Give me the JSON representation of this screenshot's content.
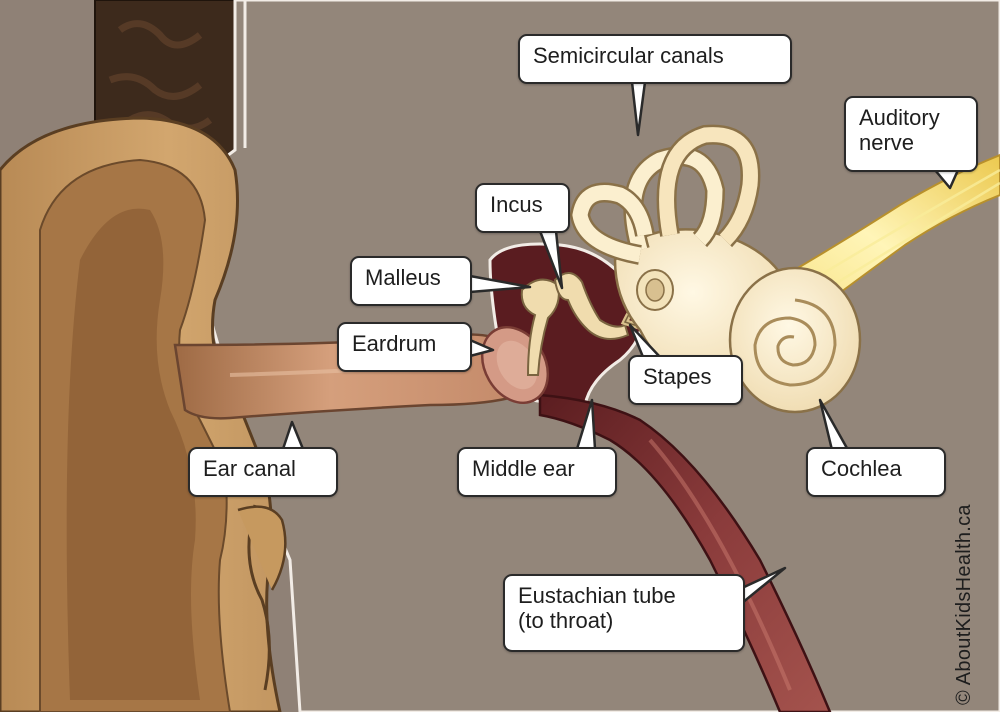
{
  "diagram": {
    "labels": {
      "semicircular_canals": "Semicircular canals",
      "auditory_nerve_line1": "Auditory",
      "auditory_nerve_line2": "nerve",
      "incus": "Incus",
      "malleus": "Malleus",
      "eardrum": "Eardrum",
      "stapes": "Stapes",
      "ear_canal": "Ear canal",
      "middle_ear": "Middle ear",
      "cochlea": "Cochlea",
      "eustachian_tube_line1": "Eustachian tube",
      "eustachian_tube_line2": "(to throat)"
    },
    "credit": "© AboutKidsHealth.ca"
  }
}
